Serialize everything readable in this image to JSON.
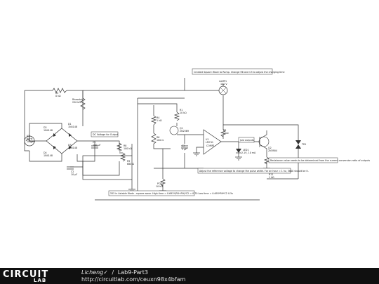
{
  "components": {
    "r5": {
      "name": "R5",
      "value": "0 kΩ"
    },
    "rheostat": {
      "name": "Rheostat",
      "value": "250 kΩ"
    },
    "v1": {
      "name": "V1",
      "line2": "60Hz",
      "line3": "10 Vrm"
    },
    "d1": {
      "name": "D1",
      "value": "1N4148"
    },
    "d2": {
      "name": "D2",
      "value": "1N4148"
    },
    "d3": {
      "name": "D3",
      "value": "1N4148"
    },
    "d4": {
      "name": "D4",
      "value": "1N4148"
    },
    "c1": {
      "name": "C1",
      "value": "100 µF"
    },
    "r8": {
      "name": "R8",
      "value": "100 kΩ"
    },
    "r9": {
      "name": "R9",
      "value": "680 Ω"
    },
    "c2": {
      "name": "C2",
      "value": "10 µF"
    },
    "r6": {
      "name": "R6",
      "value": "100 Ω"
    },
    "r4": {
      "name": "R4",
      "value": "1 kΩ"
    },
    "r1": {
      "name": "R1",
      "value": "10 kΩ"
    },
    "c3": {
      "name": "C3",
      "value": "1 µF"
    },
    "q1": {
      "name": "Q1",
      "value": "2N2369"
    },
    "lamp1": {
      "name": "LAMP1",
      "value": "100 V"
    },
    "r3": {
      "name": "R3",
      "value": "1 kΩ"
    },
    "u1": {
      "name": "U1",
      "value": "LM741"
    },
    "comp1": {
      "name": "COMP1"
    },
    "led1": {
      "name": "LED1",
      "value": "2.1V, 10 mA"
    },
    "q2": {
      "name": "Q2",
      "value": "2N3904"
    },
    "r11": {
      "name": "R11",
      "value": "1 kΩ"
    },
    "r12": {
      "name": "R12",
      "value": "1 kΩ"
    },
    "tr1": {
      "name": "TR1"
    },
    "pot": {
      "name": "POT",
      "value": "10 kΩ"
    }
  },
  "notes": {
    "square_wave": "Created Square Wave to Ramp. Change R6 and C3 to adjust the charging time",
    "dc_voltage": "DC Voltage for Output",
    "pulse_width": "Adjust the reference voltage to change the pulse width. For an hour = 1 hz, 3600 should be it.",
    "resistance": "Resistance value needs to be determined from the current conversion ratio of outputs",
    "astable": "555 in Astable Mode - square wave. High time = 0.693*(R8+R9)*C2 = 0.70 Low time = 0.693*R9*C2 0.5s",
    "just_outputs": "Just outputs"
  },
  "footer": {
    "brand": "CIRCUIT",
    "brand_sub": "LAB",
    "author": "Licheng✓",
    "separator": "/",
    "project": "Lab9-Part3",
    "url": "http://circuitlab.com/ceuxn98x4bfam"
  }
}
